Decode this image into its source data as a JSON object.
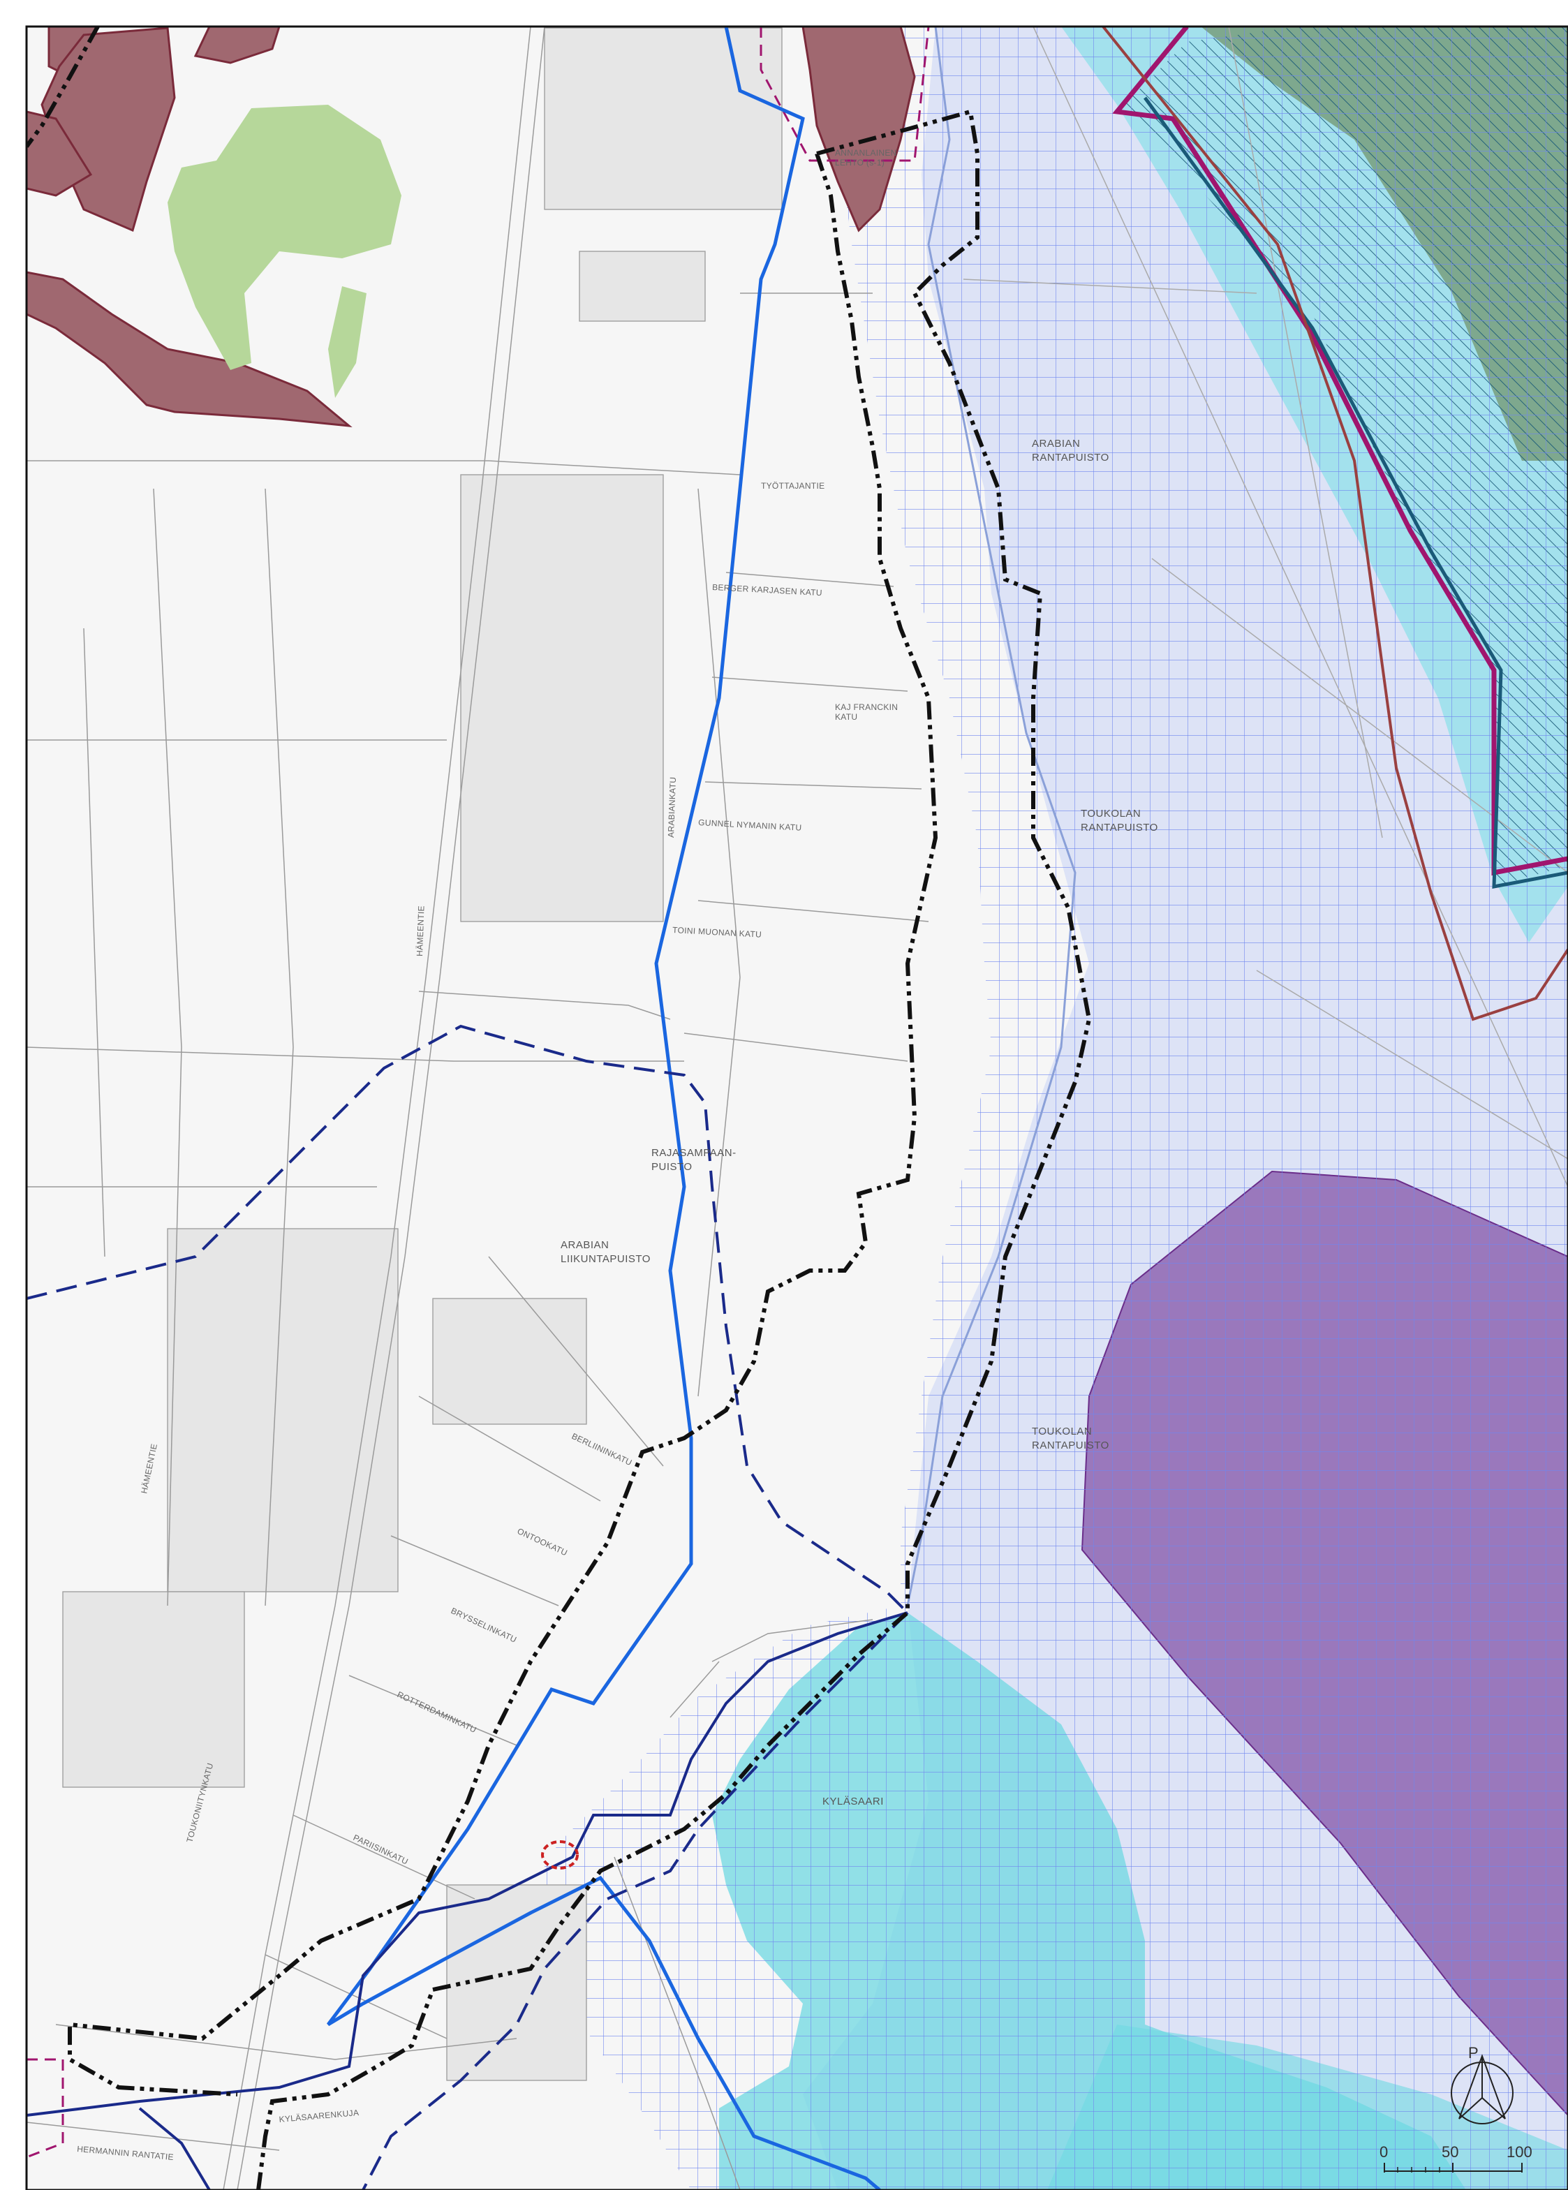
{
  "map": {
    "area_labels": {
      "arabian_rantapuisto": [
        "ARABIAN",
        "RANTAPUISTO"
      ],
      "toukolan_rantapuisto_1": [
        "TOUKOLAN",
        "RANTAPUISTO"
      ],
      "toukolan_rantapuisto_2": [
        "TOUKOLAN",
        "RANTAPUISTO"
      ],
      "rajasampaan_puisto": [
        "RAJASAMPAAN-",
        "PUISTO"
      ],
      "arabian_liikuntapuisto": [
        "ARABIAN",
        "LIIKUNTAPUISTO"
      ],
      "kylasaari": "KYLÄSAARI"
    },
    "street_labels": {
      "tyottajantie": "TYÖTTAJANTIE",
      "berger_kaj": "BERGER KARJASEN KATU",
      "kaj_franckin": [
        "KAJ FRANCKIN",
        "KATU"
      ],
      "gunnel_nymanin": "GUNNEL NYMANIN KATU",
      "toini_muonan": "TOINI MUONAN KATU",
      "arabiankatu": "ARABIANKATU",
      "hameentie": "HÄMEENTIE",
      "berliininkatu": "BERLIININKATU",
      "ontookatu": "ONTOOKATU",
      "brysselinkatu": "BRYSSELINKATU",
      "roterdaminkatu": "ROTTERDAMINKATU",
      "parkikatu": "PARIISINKATU",
      "toukoniitty": "TOUKONIITYNKATU",
      "kyllasaarenkuja": "KYLÄSAARENKUJA",
      "hermannin_rantatie": "HERMANNIN RANTATIE",
      "annanlaisen": [
        "ANNANLAINEN",
        "LEHTO (s-1)"
      ]
    },
    "north_arrow": "P",
    "scale_bar": {
      "ticks": [
        "0",
        "50",
        "100"
      ]
    },
    "colors": {
      "water": "#dde3f6",
      "grid": "#6f86ee",
      "nature_green": "#b6d79a",
      "protected_brown": "#a06870",
      "magenta_line": "#a0156e",
      "blue_boundary": "#1a66e0",
      "navy_line": "#1a2a8a",
      "cyan_area": "#63d5e2",
      "purple_area": "#7d4aa4",
      "dark_green_area": "#7ea88e",
      "red_circle": "#cc2222"
    }
  }
}
